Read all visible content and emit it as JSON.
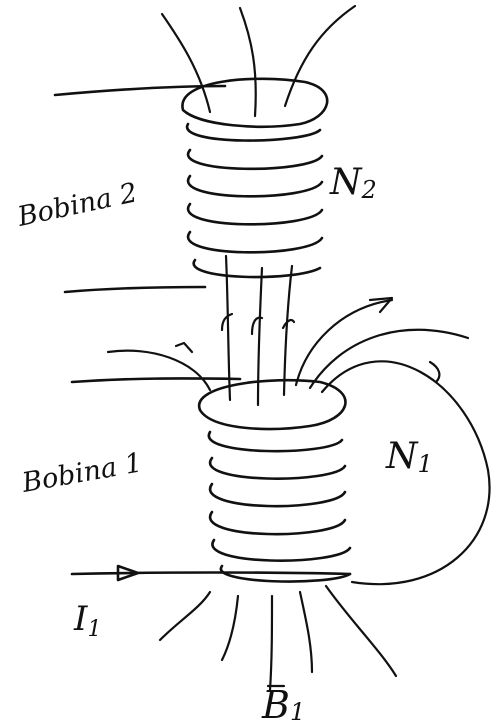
{
  "labels": {
    "coil2": "Bobina 2",
    "coil1": "Bobina 1",
    "n2_letter": "N",
    "n2_sub": "2",
    "n1_letter": "N",
    "n1_sub": "1",
    "current_letter": "I",
    "current_sub": "1",
    "field_letter": "B",
    "field_sub": "1"
  }
}
